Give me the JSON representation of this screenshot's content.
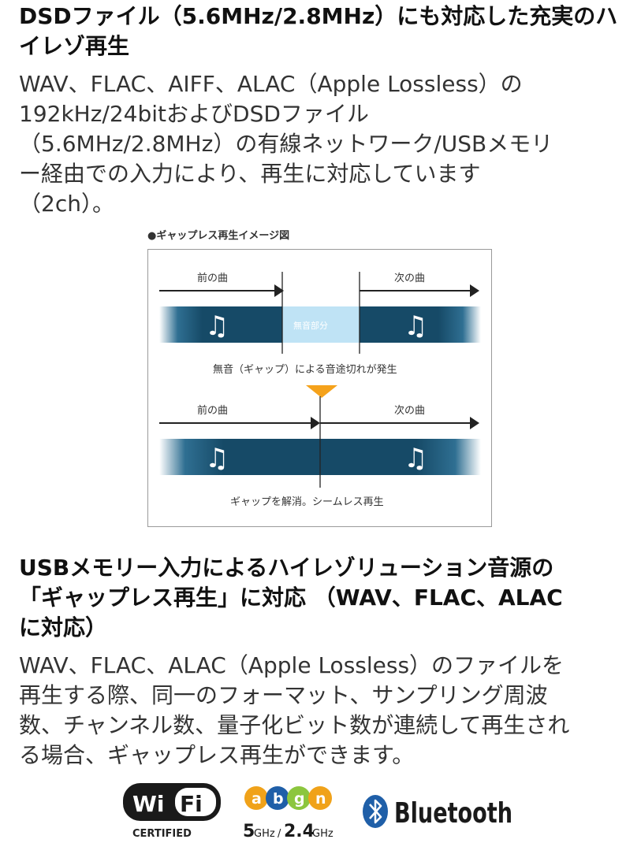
{
  "section1": {
    "heading": "DSDファイル（5.6MHz/2.8MHz）にも対応した充実のハイレゾ再生",
    "body_lines": [
      "WAV、FLAC、AIFF、ALAC（Apple Lossless）の",
      "192kHz/24bitおよびDSDファイル",
      "（5.6MHz/2.8MHz）の有線ネットワーク/USBメモリ",
      "ー経由での入力により、再生に対応しています",
      "（2ch）。"
    ]
  },
  "diagram": {
    "title": "●ギャップレス再生イメージ図",
    "prev_track": "前の曲",
    "next_track": "次の曲",
    "silent_part": "無音部分",
    "gap_caption": "無音（ギャップ）による音途切れが発生",
    "seamless_caption": "ギャップを解消。シームレス再生",
    "note_symbol": "♫",
    "colors": {
      "band": "#1a4f6e",
      "silent": "#bfe3f5",
      "arrow_down": "#f5a21b"
    }
  },
  "section2": {
    "heading_lines": [
      "USBメモリー入力によるハイレゾリューション音源の",
      "「ギャップレス再生」に対応 （WAV、FLAC、ALAC",
      "に対応）"
    ],
    "body_lines": [
      "WAV、FLAC、ALAC（Apple Lossless）のファイルを",
      "再生する際、同一のフォーマット、サンプリング周波",
      "数、チャンネル数、量子化ビット数が連続して再生され",
      "る場合、ギャップレス再生ができます。"
    ]
  },
  "logos": {
    "wifi": {
      "word_left": "Wi",
      "word_right": "Fi",
      "certified": "CERTIFIED"
    },
    "bands": {
      "letters": [
        "a",
        "b",
        "g",
        "n"
      ],
      "ghz5": "5",
      "ghz_unit": "GHz",
      "ghz24": "2.4",
      "ghz_unit2": "GHz"
    },
    "bluetooth": {
      "word": "Bluetooth"
    }
  }
}
